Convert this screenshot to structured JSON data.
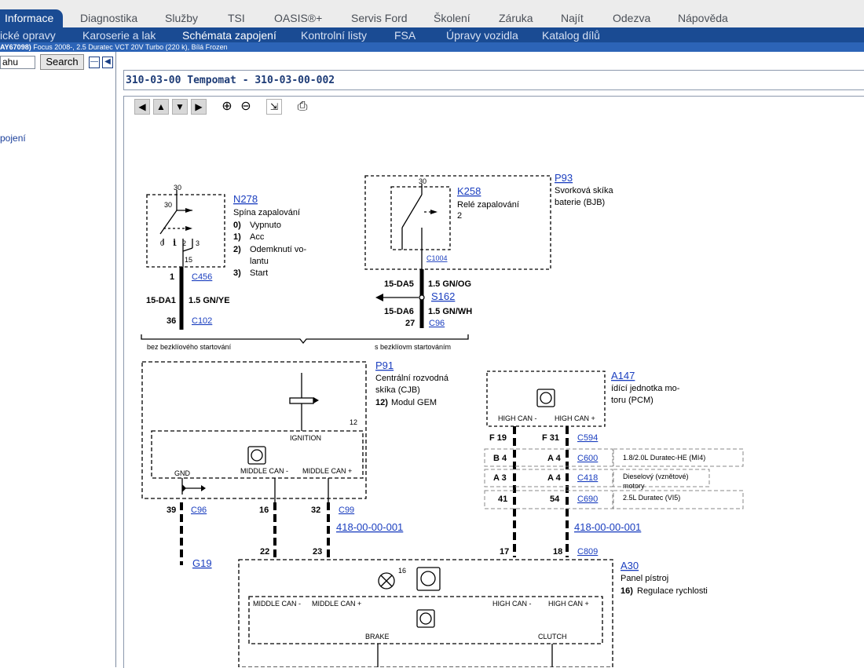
{
  "top_tabs": [
    "Informace",
    "Diagnostika",
    "Služby",
    "TSI",
    "OASIS®+",
    "Servis Ford",
    "Školení",
    "Záruka",
    "Najít",
    "Odezva",
    "Nápověda"
  ],
  "sub_tabs": [
    "ické opravy",
    "Karoserie a lak",
    "Schémata zapojení",
    "Kontrolní listy",
    "FSA",
    "Úpravy vozidla",
    "Katalog dílů"
  ],
  "vehicle_info": {
    "vin_part": "AY67098)",
    "text": " Focus 2008-, 2.5 Duratec VCT 20V Turbo (220 k), Bílá Frozen"
  },
  "left_pane": {
    "search_value": "ahu",
    "search_button": "Search",
    "collapse_btn": "—",
    "back_btn": "◀",
    "tree_item": "pojení"
  },
  "page_title": "310-03-00 Tempomat - 310-03-00-002",
  "toolbar_icons": [
    "arrow-left-icon",
    "arrow-up-icon",
    "arrow-down-icon",
    "arrow-right-icon",
    "zoom-in-icon",
    "zoom-out-icon",
    "fit-view-icon",
    "print-icon"
  ],
  "diagram": {
    "n278": {
      "ref": "N278",
      "title": "Spína  zapalování",
      "items": [
        [
          "0)",
          "Vypnuto"
        ],
        [
          "1)",
          "Acc"
        ],
        [
          "2)",
          "Odemknutí  vo-"
        ],
        [
          "",
          "lantu"
        ],
        [
          "3)",
          "Start"
        ]
      ],
      "pins": {
        "top": "30",
        "left": "30",
        "bottom": "15",
        "p0": "0",
        "p1": "1",
        "p2": "2",
        "p3": "3"
      }
    },
    "k258": {
      "ref": "K258",
      "line1": "Relé zapalování",
      "line2": "2",
      "pin": "30",
      "conn": "C1004"
    },
    "p93": {
      "ref": "P93",
      "line1": "Svorková    skíka",
      "line2": "baterie (BJB)"
    },
    "left_wire": {
      "pin_top": "1",
      "conn_top": "C456",
      "circuit": "15-DA1",
      "spec": "1.5 GN/YE",
      "pin_bottom": "36",
      "conn_bottom": "C102"
    },
    "right_wire": {
      "circuit_top": "15-DA5",
      "spec_top": "1.5 GN/OG",
      "splice": "S162",
      "circuit_bottom": "15-DA6",
      "spec_bottom": "1.5 GN/WH",
      "pin_bottom": "27",
      "conn_bottom": "C96"
    },
    "brace_left": "bez  bezklíového  startování",
    "brace_right": "s  bezklíovm  startováním",
    "p91": {
      "ref": "P91",
      "line1": "Centrální  rozvodná",
      "line2": "skíka    (CJB)",
      "line3_num": "12)",
      "line3": "Modul  GEM",
      "pin": "12",
      "ignition": "IGNITION",
      "gnd": "GND",
      "mcan_minus": "MIDDLE CAN -",
      "mcan_plus": "MIDDLE CAN +"
    },
    "gnd_wire": {
      "pin": "39",
      "conn": "C96",
      "ground": "G19"
    },
    "mcan_pins": {
      "a": "16",
      "b": "32",
      "conn": "C99",
      "ref": "418-00-00-001",
      "a2": "22",
      "b2": "23"
    },
    "a147": {
      "ref": "A147",
      "line1": "ídící  jednotka  mo-",
      "line2": "toru  (PCM)",
      "hcan_minus": "HIGH CAN -",
      "hcan_plus": "HIGH CAN +"
    },
    "pcm_rows": [
      {
        "l": "F 19",
        "r": "F 31",
        "conn": "C594",
        "note": ""
      },
      {
        "l": "B 4",
        "r": "A 4",
        "conn": "C600",
        "note": "1.8/2.0L Duratec-HE (MI4)"
      },
      {
        "l": "A 3",
        "r": "A 4",
        "conn": "C418",
        "note": "Dieselový   (vznětové)"
      },
      {
        "l": "41",
        "r": "54",
        "conn": "C690",
        "note": "2.5L Duratec (VI5)"
      }
    ],
    "diesel_line2": "motory",
    "hcan_ref": "418-00-00-001",
    "hcan_pins": {
      "a": "17",
      "b": "18",
      "conn": "C809"
    },
    "a30": {
      "ref": "A30",
      "line1": "Panel    pístroj",
      "num": "16)",
      "line2": "Regulace rychlosti",
      "pin16": "16",
      "mcan_minus": "MIDDLE CAN -",
      "mcan_plus": "MIDDLE CAN +",
      "hcan_minus": "HIGH CAN -",
      "hcan_plus": "HIGH CAN +",
      "brake": "BRAKE",
      "clutch": "CLUTCH"
    }
  }
}
